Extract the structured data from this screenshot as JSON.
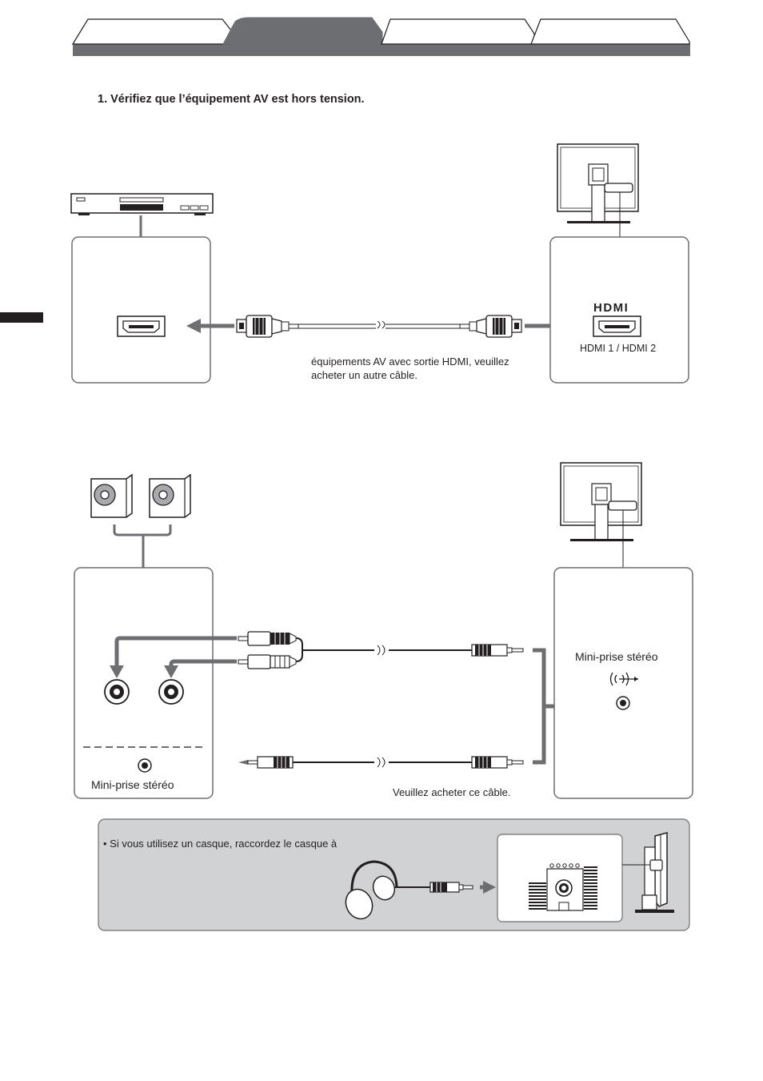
{
  "header": {
    "tabs": [
      "",
      "",
      "",
      ""
    ],
    "active_tab": 1
  },
  "page": {
    "left_marker_color": "#231f20"
  },
  "step1": {
    "text": "1. Vérifiez que l’équipement AV est hors tension."
  },
  "hdmi_section": {
    "logo": "HDMI",
    "port_label": "HDMI 1 / HDMI 2",
    "cable_note_line1": "équipements AV avec sortie HDMI, veuillez",
    "cable_note_line2": "acheter un autre câble."
  },
  "audio_section": {
    "monitor_jack_label": "Mini-prise stéréo",
    "speaker_jack_label": "Mini-prise stéréo",
    "cable_note": "Veuillez acheter ce câble."
  },
  "tip_box": {
    "text": "• Si vous utilisez un casque, raccordez le casque à"
  },
  "icons": [
    "hdmi-logo",
    "headphone-jack-icon",
    "speaker-icon",
    "monitor-icon",
    "av-player-icon",
    "headphones-icon"
  ],
  "colors": {
    "arrow": "#6d6e71",
    "tab_active": "#6d6e71",
    "tip_background": "#d1d2d4",
    "line": "#231f20"
  }
}
